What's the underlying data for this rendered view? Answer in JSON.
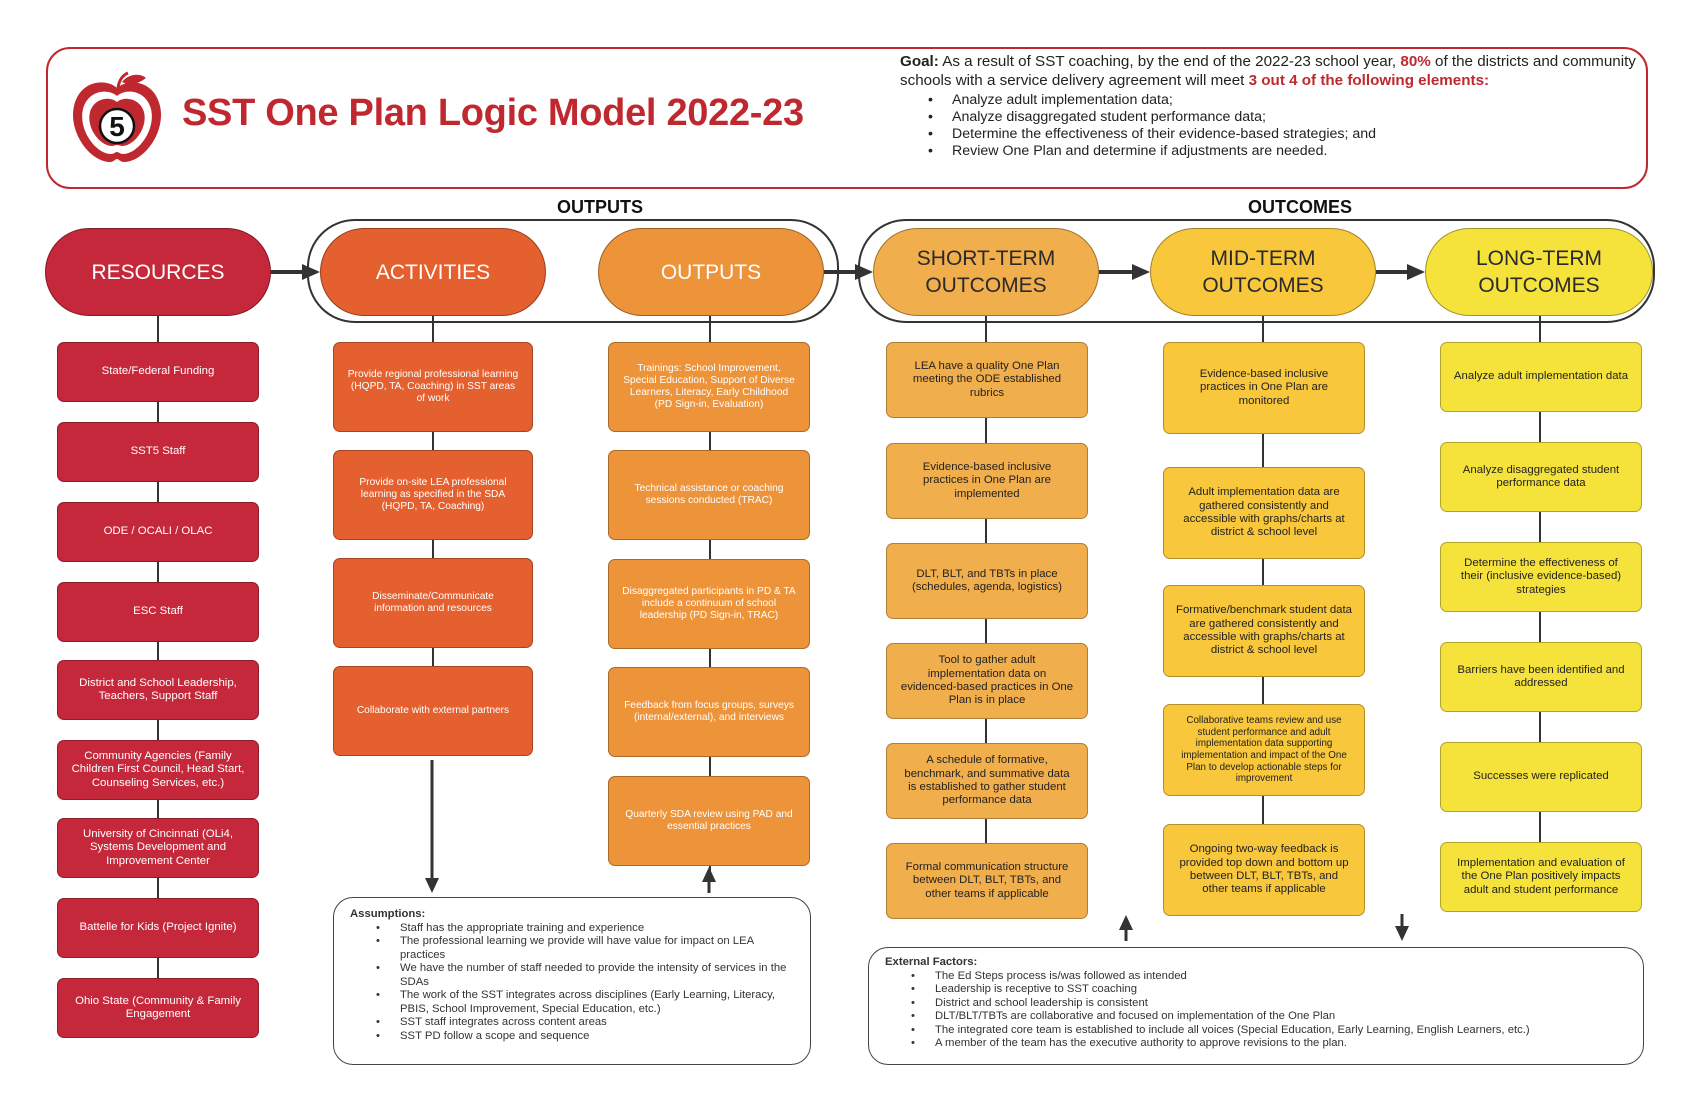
{
  "header": {
    "title": "SST One Plan Logic Model 2022-23",
    "logo_number": "5",
    "goal": {
      "label": "Goal:",
      "text_a": " As a result of SST coaching, by the end of the 2022-23 school year, ",
      "pct": "80%",
      "text_b": " of the districts and community schools with a service delivery agreement will meet ",
      "elements": "3 out 4 of the following elements:",
      "bullets": [
        "Analyze adult implementation data;",
        "Analyze disaggregated student performance data;",
        "Determine the effectiveness of their evidence-based strategies; and",
        "Review One Plan and determine if adjustments are needed."
      ]
    }
  },
  "sections": {
    "outputs": "OUTPUTS",
    "outcomes": "OUTCOMES"
  },
  "headers": {
    "resources": "RESOURCES",
    "activities": "ACTIVITIES",
    "outputs": "OUTPUTS",
    "short_term": "SHORT-TERM OUTCOMES",
    "mid_term": "MID-TERM OUTCOMES",
    "long_term": "LONG-TERM OUTCOMES"
  },
  "columns": {
    "resources": [
      "State/Federal Funding",
      "SST5 Staff",
      "ODE / OCALI / OLAC",
      "ESC Staff",
      "District and School Leadership, Teachers, Support Staff",
      "Community Agencies (Family Children First Council, Head Start, Counseling Services, etc.)",
      "University of Cincinnati (OLi4, Systems Development and Improvement Center",
      "Battelle for Kids (Project Ignite)",
      "Ohio State (Community & Family Engagement"
    ],
    "activities": [
      "Provide regional professional learning (HQPD, TA, Coaching) in SST areas of work",
      "Provide on-site LEA professional learning as specified in the SDA (HQPD, TA, Coaching)",
      "Disseminate/Communicate information and resources",
      "Collaborate with external partners"
    ],
    "outputs": [
      "Trainings: School Improvement, Special Education, Support of Diverse Learners, Literacy, Early Childhood (PD Sign-in, Evaluation)",
      "Technical assistance or coaching sessions conducted (TRAC)",
      "Disaggregated participants in PD & TA include a continuum of school leadership (PD Sign-in, TRAC)",
      "Feedback from focus groups, surveys (internal/external), and interviews",
      "Quarterly SDA review using PAD and essential practices"
    ],
    "short_term": [
      "LEA have a quality One Plan meeting the ODE established rubrics",
      "Evidence-based inclusive practices in One Plan are implemented",
      "DLT, BLT, and TBTs in place (schedules, agenda, logistics)",
      "Tool to gather adult implementation data on evidenced-based practices in One Plan is in place",
      "A schedule of formative, benchmark, and summative data is established to gather student performance data",
      "Formal communication structure between DLT, BLT, TBTs, and other teams if applicable"
    ],
    "mid_term": [
      "Evidence-based inclusive practices in One Plan are monitored",
      "Adult implementation data are gathered consistently and accessible with graphs/charts at district & school level",
      "Formative/benchmark student data are gathered consistently and accessible with graphs/charts at district & school level",
      "Collaborative teams review and use student performance and adult implementation data supporting implementation and impact of the One Plan to develop actionable steps for improvement",
      "Ongoing two-way feedback is provided top down and bottom up between DLT, BLT, TBTs, and other teams if applicable"
    ],
    "long_term": [
      "Analyze adult implementation data",
      "Analyze disaggregated student performance data",
      "Determine the effectiveness of their (inclusive evidence-based) strategies",
      "Barriers have been identified and addressed",
      "Successes were replicated",
      "Implementation and evaluation of the One Plan positively impacts adult and student performance"
    ]
  },
  "assumptions": {
    "title": "Assumptions:",
    "items": [
      "Staff has the appropriate training and experience",
      "The professional learning we provide will have value for impact on LEA practices",
      "We have the number of staff needed to provide the intensity of services in the SDAs",
      "The work of the SST integrates across disciplines (Early Learning, Literacy, PBIS, School Improvement, Special Education, etc.)",
      "SST staff integrates across content areas",
      "SST PD follow a scope and sequence"
    ]
  },
  "external_factors": {
    "title": "External Factors:",
    "items": [
      "The Ed Steps process is/was followed as intended",
      "Leadership is receptive to SST coaching",
      "District and school leadership is consistent",
      "DLT/BLT/TBTs are collaborative and focused on implementation of the One Plan",
      "The integrated core team is established to include all voices (Special Education, Early Learning, English Learners, etc.)",
      "A member of the team has the executive authority to approve revisions to the plan."
    ]
  },
  "colors": {
    "brand_red": "#c0282f",
    "resources": "#c5283b",
    "activities": "#e5602f",
    "outputs": "#ed933a",
    "short_term": "#f1ae4c",
    "mid_term": "#f8c73c",
    "long_term": "#f5e33b"
  }
}
